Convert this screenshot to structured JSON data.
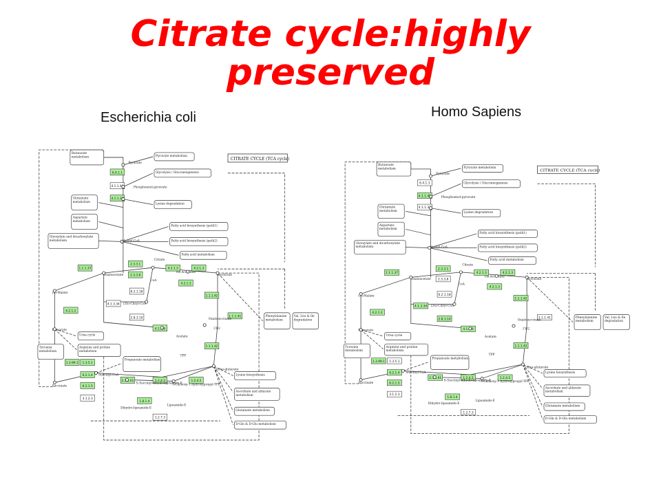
{
  "slide": {
    "title_line1": "Citrate cycle:highly",
    "title_line2": "preserved",
    "left_organism": "Escherichia coli",
    "right_organism": "Homo Sapiens"
  },
  "diagram_labels": {
    "title_box": "CITRATE CYCLE (TCA cycle)",
    "butanoate": "Butanoate metabolism",
    "pyruvate_met": "Pyruvate metabolism",
    "glycolysis": "Glycolysis / Gluconeogenesis",
    "lysine_deg": "Lysine degradation",
    "glutamate": "Glutamate metabolism",
    "aspartate": "Aspartate metabolism",
    "glyoxylate": "Glyoxylate and dicarboxylate metabolism",
    "fatty1": "Fatty acid biosynthesis (path1)",
    "fatty2": "Fatty acid biosynthesis (path2)",
    "fatty_met": "Fatty acid metabolism",
    "urea": "Urea cycle",
    "arginine": "Arginine and proline metabolism",
    "tyrosine": "Tyrosine metabolism",
    "propanoate": "Propanoate metabolism",
    "phenylalanine": "Phenylalanine metabolism",
    "val_leu": "Val, Leu & Ile degradation",
    "lysine_bio": "Lysine biosynthesis",
    "ascorbate": "Ascorbate and aldarate metabolism",
    "glutamate2": "Glutamate metabolism",
    "dglu": "D-Gln & D-Glu metabolism",
    "pyruvate": "Pyruvate",
    "phosphoenol": "Phosphoenol-pyruvate",
    "acetylcoa": "Acetyl-CoA",
    "oxaloacetate": "Oxaloacetate",
    "citrate": "Citrate",
    "cisaconitate": "cis-Aconitate",
    "isocitrate": "Isocitrate",
    "oxalosuccinate": "Oxalosuccinate",
    "malate": "(S)-Malate",
    "fumarate": "Fumarate",
    "succinate": "Succinate",
    "succinylcoa": "Succinyl-CoA",
    "oxoglutarate": "2-Oxo-glutarate",
    "citrylcoa": "(3S)-Citryl-CoA",
    "acetate": "Acetate",
    "coa": "CoA",
    "co2": "CO2",
    "tpp": "TPP",
    "succinyl_dihydro": "S-Succinyl-dihydrolipoamide-E",
    "carboxy_tpp": "3-Carboxy-1-hydroxypropyl-TPP",
    "dihydrolipoamide": "Dihydro-lipoamide-E",
    "lipoamide": "Lipoamide-E"
  },
  "enzymes": {
    "e1": "6.4.1.1",
    "e2": "4.1.1.49",
    "e3": "4.1.1.32",
    "e4": "2.3.3.1",
    "e5": "2.3.3.8",
    "e6": "4.2.1.3",
    "e7": "1.1.1.37",
    "e8": "6.2.1.18",
    "e9": "4.1.3.34",
    "e10": "2.8.3.10",
    "e11": "4.1.3.6",
    "e12": "4.2.1.2",
    "e13": "1.1.1.42",
    "e14": "1.1.1.41",
    "e15": "1.3.99.1",
    "e16": "1.3.5.1",
    "e17": "6.2.1.4",
    "e18": "6.2.1.5",
    "e19": "3.1.2.3",
    "e20": "2.3.1.61",
    "e21": "1.2.4.2",
    "e22": "1.8.1.4",
    "e23": "1.2.7.3"
  },
  "colors": {
    "title": "#ff0000",
    "enzyme_present": "#aaee99",
    "enzyme_absent": "#ffffff",
    "line": "#333333"
  },
  "footer": "",
  "pathways": [
    {
      "organism_key": "left_organism",
      "present": [
        "e1",
        "e3",
        "e4",
        "e5",
        "e6",
        "e7",
        "e12",
        "e13",
        "e14",
        "e15",
        "e16",
        "e17",
        "e18",
        "e20",
        "e21",
        "e22",
        "e11"
      ]
    },
    {
      "organism_key": "right_organism",
      "present": [
        "e2",
        "e4",
        "e6",
        "e7",
        "e9",
        "e10",
        "e11",
        "e12",
        "e13",
        "e15",
        "e17",
        "e18",
        "e20",
        "e21",
        "e22"
      ]
    }
  ]
}
